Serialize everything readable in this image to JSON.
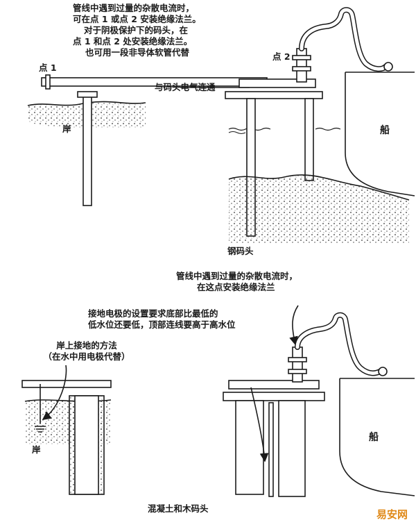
{
  "top": {
    "note_lines": [
      "管线中遇到过量的杂散电流时，",
      "可在点 1 或点 2 安装绝缘法兰。",
      "对于阴极保护下的码头，在",
      "点 1 和点 2 处安装绝缘法兰。",
      "也可用一段非导体软管代替"
    ],
    "point1": "点 1",
    "point2": "点 2",
    "shore": "岸",
    "bond": "与码头电气连通",
    "ship": "船",
    "caption": "钢码头"
  },
  "bottom": {
    "flange_note_lines": [
      "管线中遇到过量的杂散电流时，",
      "在这点安装绝缘法兰"
    ],
    "electrode_note_lines": [
      "接地电极的设置要求底部比最低的",
      "低水位还要低，顶部连线要高于高水位"
    ],
    "ground_note_lines": [
      "岸上接地的方法",
      "（在水中用电极代替）"
    ],
    "shore": "岸",
    "ship": "船",
    "caption": "混凝土和木码头"
  },
  "watermark": "易安网"
}
